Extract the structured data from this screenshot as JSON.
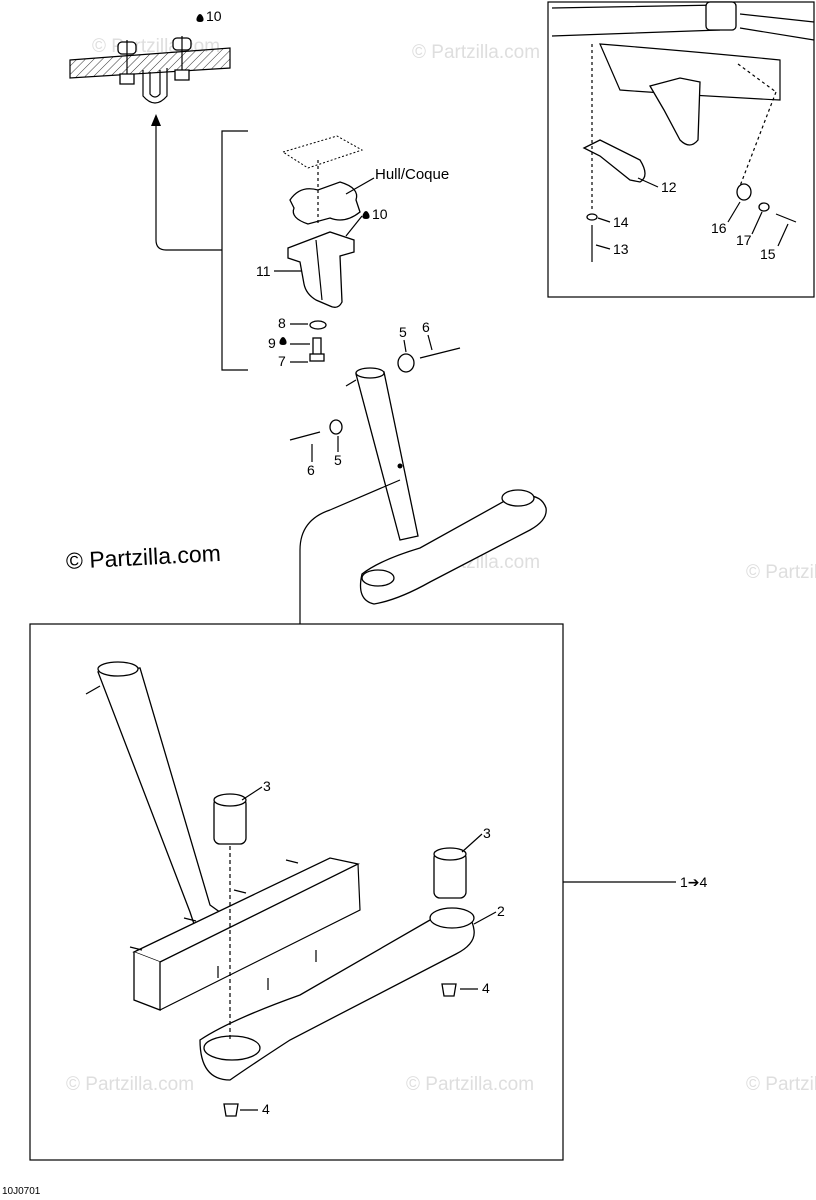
{
  "figure_code": "10J0701",
  "copyright": "© Partzilla.com",
  "watermark": "© Partzilla.com",
  "hull_label": "Hull/Coque",
  "range_label": "1➔4",
  "drop_icon": "drop-icon",
  "labels": {
    "p2": "2",
    "p3a": "3",
    "p3b": "3",
    "p4a": "4",
    "p4b": "4",
    "p5a": "5",
    "p5b": "5",
    "p6a": "6",
    "p6b": "6",
    "p7": "7",
    "p8": "8",
    "p9": "9",
    "p10a": "10",
    "p10b": "10",
    "p11": "11",
    "p12": "12",
    "p13": "13",
    "p14": "14",
    "p15": "15",
    "p16": "16",
    "p17": "17"
  }
}
